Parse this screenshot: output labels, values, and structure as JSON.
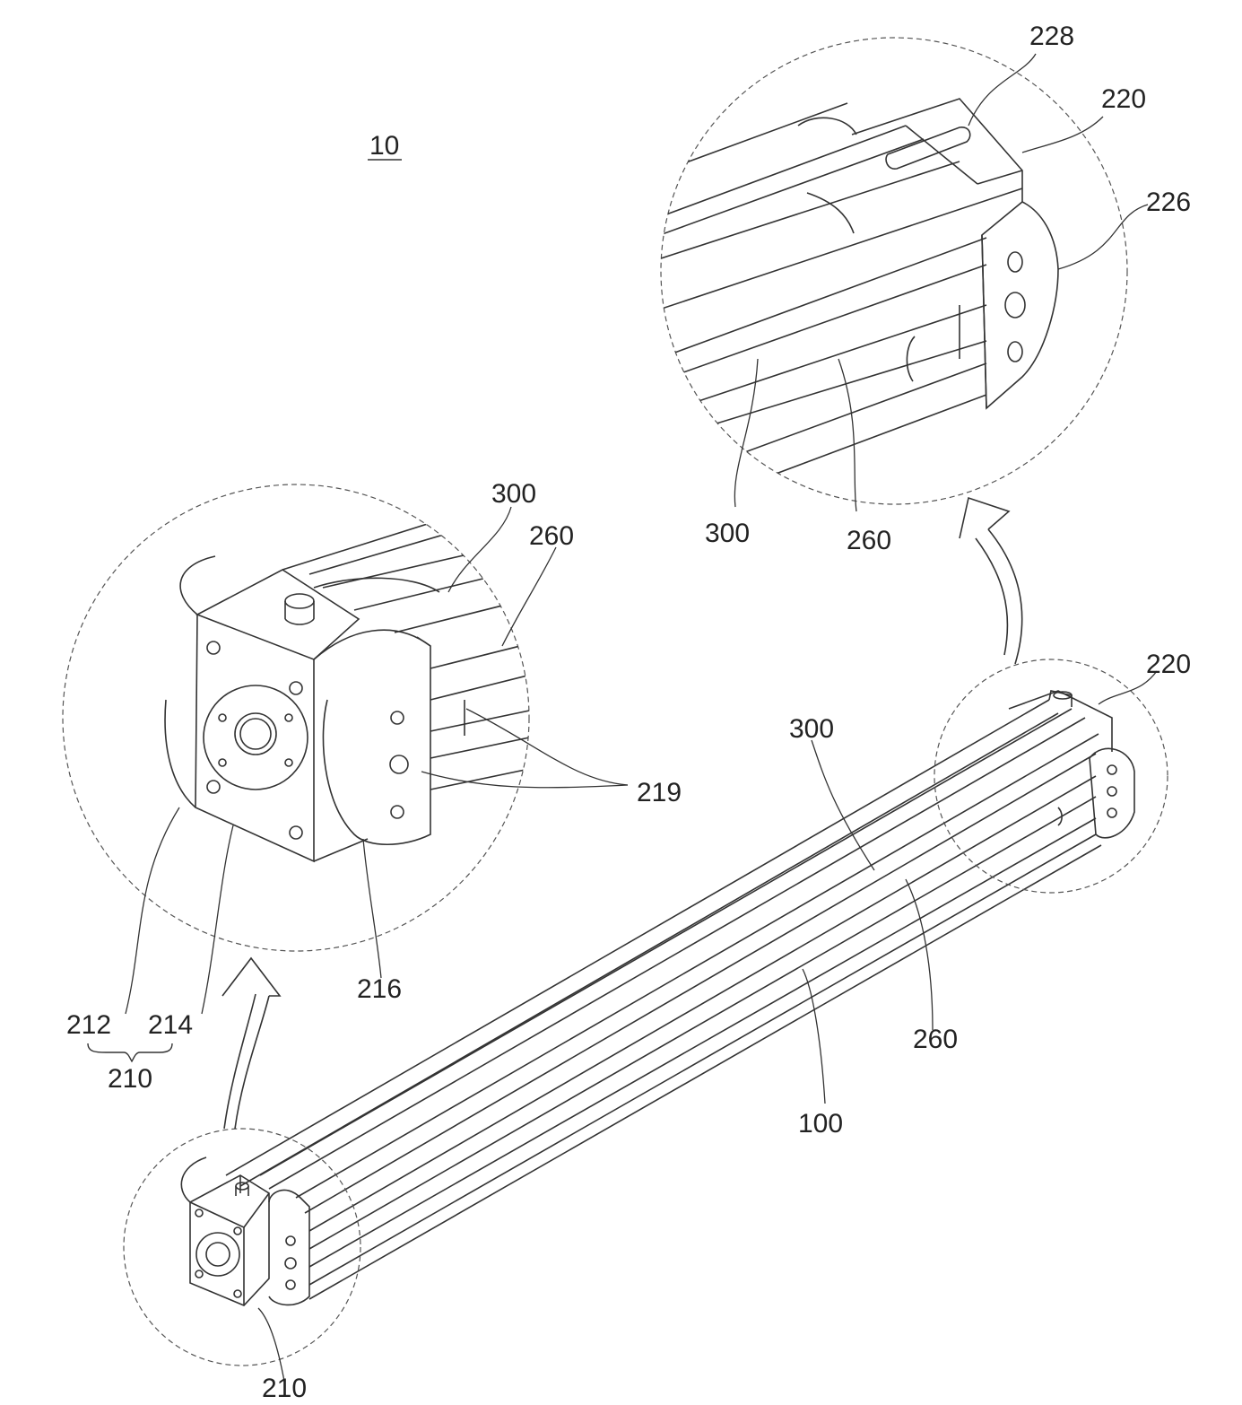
{
  "figure": {
    "ref": "10",
    "labels": {
      "l228": "228",
      "l220_top": "220",
      "l226": "226",
      "l300_top": "300",
      "l260_top": "260",
      "l300_left": "300",
      "l260_left": "260",
      "l219": "219",
      "l212": "212",
      "l214": "214",
      "l210_bracket": "210",
      "l216": "216",
      "l220_main": "220",
      "l300_main": "300",
      "l260_main": "260",
      "l100": "100",
      "l210_bottom": "210"
    }
  },
  "colors": {
    "line": "#333333",
    "dash": "#555555",
    "background": "#ffffff"
  }
}
